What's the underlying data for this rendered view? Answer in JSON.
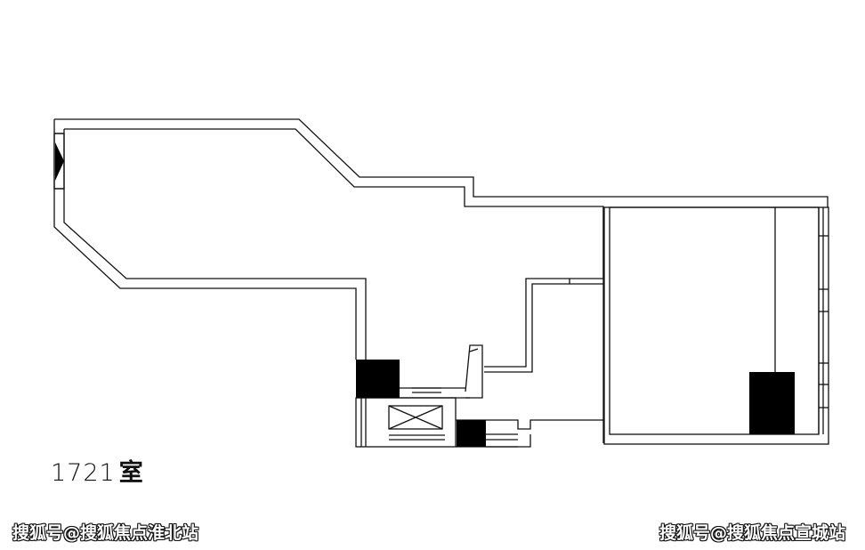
{
  "room": {
    "number": "1721",
    "suffix": "室"
  },
  "watermarks": {
    "left": "搜狐号@搜狐焦点淮北站",
    "right": "搜狐号@搜狐焦点宣城站"
  },
  "colors": {
    "wall": "#111111",
    "fill": "#000000",
    "background": "#ffffff"
  }
}
